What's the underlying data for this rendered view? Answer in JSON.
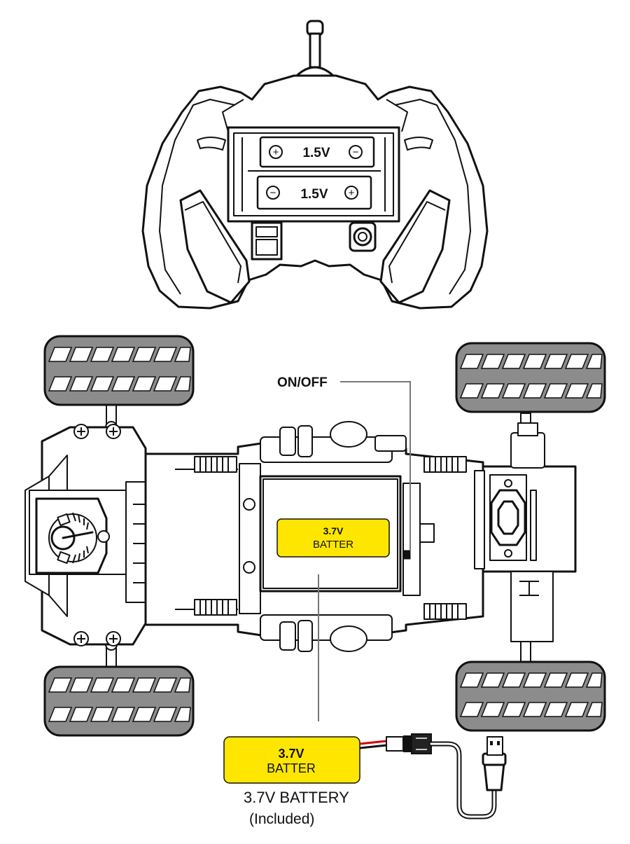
{
  "remote": {
    "cells": [
      {
        "label": "1.5V",
        "left_symbol": "+",
        "right_symbol": "−"
      },
      {
        "label": "1.5V",
        "left_symbol": "−",
        "right_symbol": "+"
      }
    ]
  },
  "car": {
    "switch_label": "ON/OFF",
    "installed_battery": {
      "voltage": "3.7V",
      "name": "BATTER"
    }
  },
  "battery_pack": {
    "voltage": "3.7V",
    "name": "BATTER",
    "caption_line1": "3.7V BATTERY",
    "caption_line2": "(Included)"
  },
  "icons": [
    "antenna-icon",
    "usb-plug-icon",
    "connector-icon",
    "tire-icon",
    "screw-icon"
  ],
  "colors": {
    "battery_yellow": "#ffe600",
    "tire_gray": "#8c8c8c",
    "line": "#111111"
  }
}
